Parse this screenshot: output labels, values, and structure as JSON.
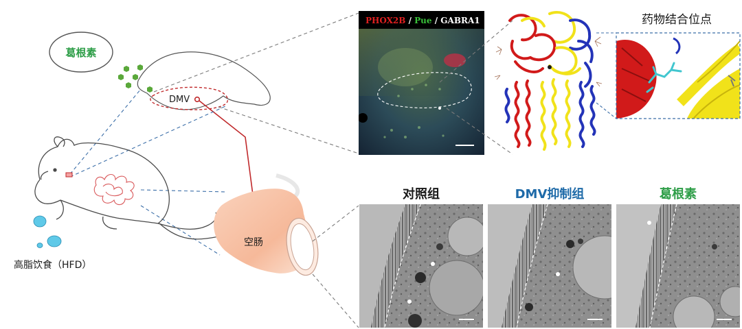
{
  "puerarin_bubble": {
    "label": "葛根素",
    "color": "#2e9e48"
  },
  "dmv_label": "DMV",
  "jejunum_label": "空肠",
  "hfd_label": "高脂饮食（HFD）",
  "stain_legend": {
    "phox2b": "PHOX2B",
    "sep1": " / ",
    "pue": "Pue",
    "sep2": " / ",
    "gabra1": "GABRA1",
    "colors": {
      "phox2b": "#e02020",
      "pue": "#39c23a",
      "gabra1": "#ffffff"
    }
  },
  "binding_site_title": "药物结合位点",
  "em_panels": [
    {
      "title": "对照组",
      "color": "#1a1a1a"
    },
    {
      "title": "DMV抑制组",
      "color": "#1e6aa8"
    },
    {
      "title": "葛根素",
      "color": "#2e9e48"
    }
  ],
  "colors": {
    "dmv_line": "#c0292b",
    "dashed_gray": "#7a7a7a",
    "dashed_blue": "#3b6ea8",
    "droplet": "#5fc9e8",
    "hexagon": "#5aa83a",
    "protein_red": "#d11a1a",
    "protein_yellow": "#f1e21a",
    "protein_blue": "#2333b8"
  }
}
